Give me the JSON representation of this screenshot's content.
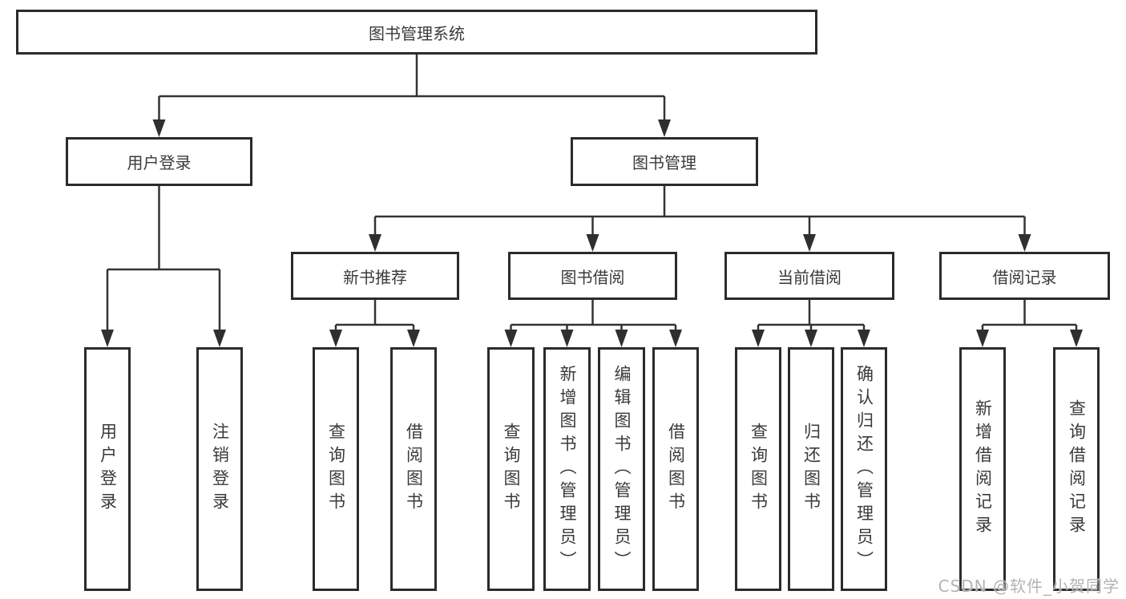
{
  "watermark": "CSDN @软件_小贺同学",
  "nodes": {
    "root": {
      "label": "图书管理系统"
    },
    "branches": [
      {
        "label": "用户登录",
        "children": [
          "用户登录",
          "注销登录"
        ]
      },
      {
        "label": "图书管理"
      }
    ],
    "sections": [
      {
        "label": "新书推荐",
        "children": [
          "查询图书",
          "借阅图书"
        ]
      },
      {
        "label": "图书借阅",
        "children": [
          "查询图书",
          "新增图书（管理员）",
          "编辑图书（管理员）",
          "借阅图书"
        ]
      },
      {
        "label": "当前借阅",
        "children": [
          "查询图书",
          "归还图书",
          "确认归还（管理员）"
        ]
      },
      {
        "label": "借阅记录",
        "children": [
          "新增借阅记录",
          "查询借阅记录"
        ]
      }
    ]
  },
  "colors": {
    "line": "#333333",
    "border": "#2b2b2b",
    "text": "#3a3a3a",
    "watermark": "#afafaf"
  }
}
